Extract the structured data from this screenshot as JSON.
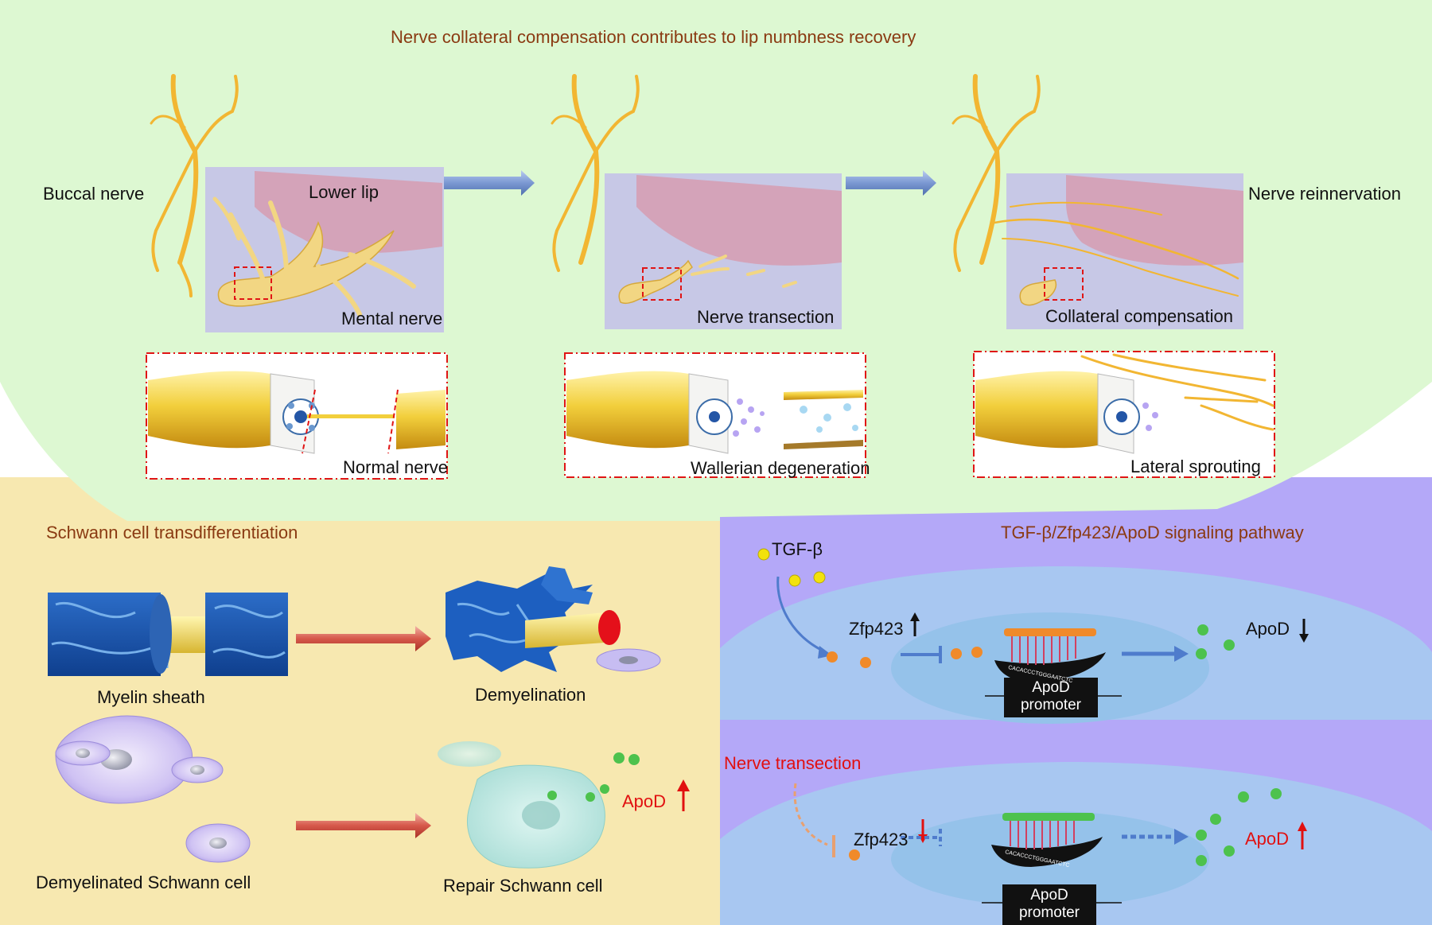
{
  "titles": {
    "top": "Nerve collateral compensation contributes to lip numbness recovery",
    "schwann": "Schwann cell transdifferentiation",
    "pathway": "TGF-β/Zfp423/ApoD signaling pathway"
  },
  "top_panel": {
    "buccal_nerve": "Buccal nerve",
    "lower_lip": "Lower lip",
    "mental_nerve": "Mental nerve",
    "nerve_transection": "Nerve transection",
    "collateral_compensation": "Collateral compensation",
    "nerve_reinnervation": "Nerve reinnervation",
    "normal_nerve": "Normal nerve",
    "wallerian_degeneration": "Wallerian degeneration",
    "lateral_sprouting": "Lateral sprouting"
  },
  "schwann_panel": {
    "myelin_sheath": "Myelin sheath",
    "demyelination": "Demyelination",
    "demyelinated_schwann_cell": "Demyelinated Schwann cell",
    "repair_schwann_cell": "Repair Schwann cell",
    "apod": "ApoD"
  },
  "pathway_panel": {
    "tgf_beta": "TGF-β",
    "zfp423_top": "Zfp423",
    "apod_top": "ApoD",
    "promoter_top": [
      "ApoD",
      "promoter"
    ],
    "dna_seq": "CACACCCTGGGAATCTC",
    "nerve_transection": "Nerve transection",
    "zfp423_bottom": "Zfp423",
    "apod_bottom": "ApoD",
    "promoter_bottom": [
      "ApoD",
      "promoter"
    ]
  },
  "colors": {
    "top_bg": "#ddf8d2",
    "schwann_bg": "#f7e8b0",
    "pathway_bg": "#b4a8f8",
    "nerve": "#f2b632",
    "lip": "#d59aaa",
    "dashed_red": "#e01515",
    "arrow_blue": "#7b98d2",
    "arrow_red": "#d6584a",
    "title_brown": "#8a3a12",
    "accent_red": "#e11010"
  }
}
